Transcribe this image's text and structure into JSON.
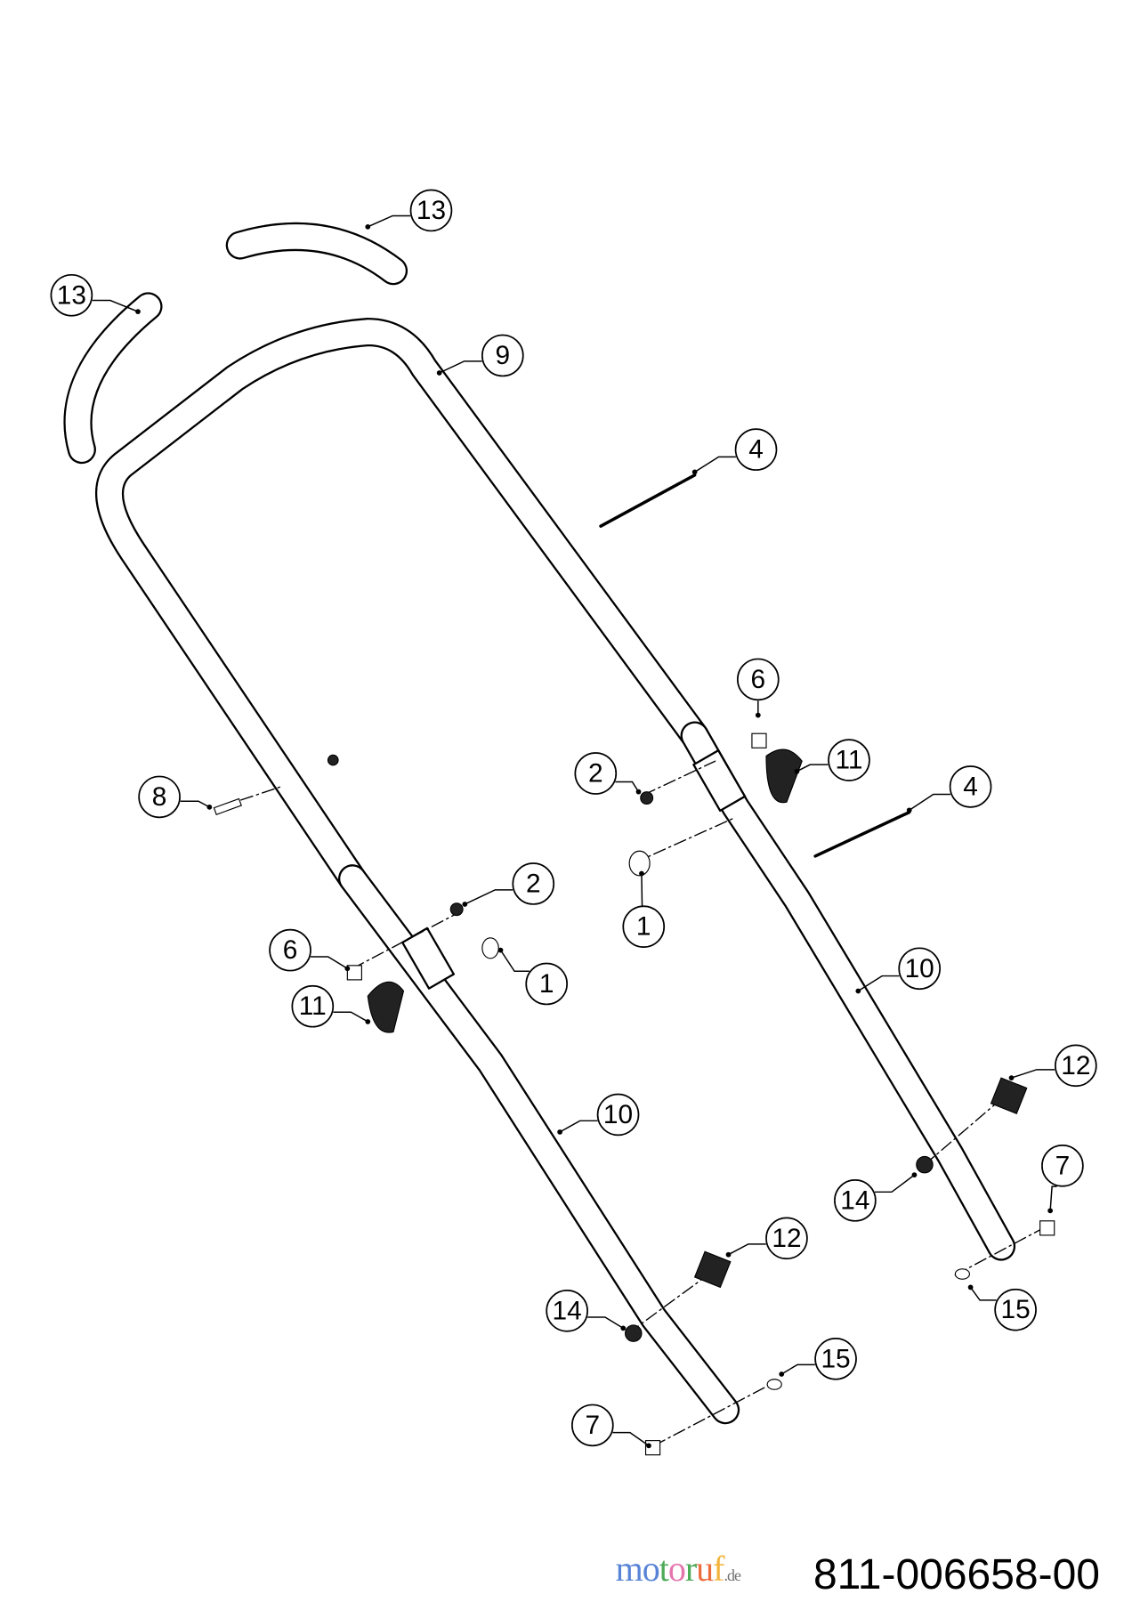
{
  "diagram": {
    "part_number": "811-006658-00",
    "watermark": {
      "text": "motoruf",
      "suffix": ".de",
      "colors": [
        "#3b6fd0",
        "#3b6fd0",
        "#2e9c3a",
        "#e05fa0",
        "#2e9c3a",
        "#e8541e",
        "#f2a81d",
        "#e0c020"
      ]
    },
    "callouts": [
      {
        "label": "13"
      },
      {
        "label": "13"
      },
      {
        "label": "9"
      },
      {
        "label": "4"
      },
      {
        "label": "6"
      },
      {
        "label": "11"
      },
      {
        "label": "2"
      },
      {
        "label": "4"
      },
      {
        "label": "8"
      },
      {
        "label": "2"
      },
      {
        "label": "1"
      },
      {
        "label": "6"
      },
      {
        "label": "1"
      },
      {
        "label": "11"
      },
      {
        "label": "10"
      },
      {
        "label": "10"
      },
      {
        "label": "12"
      },
      {
        "label": "7"
      },
      {
        "label": "14"
      },
      {
        "label": "12"
      },
      {
        "label": "15"
      },
      {
        "label": "14"
      },
      {
        "label": "15"
      },
      {
        "label": "7"
      }
    ]
  }
}
